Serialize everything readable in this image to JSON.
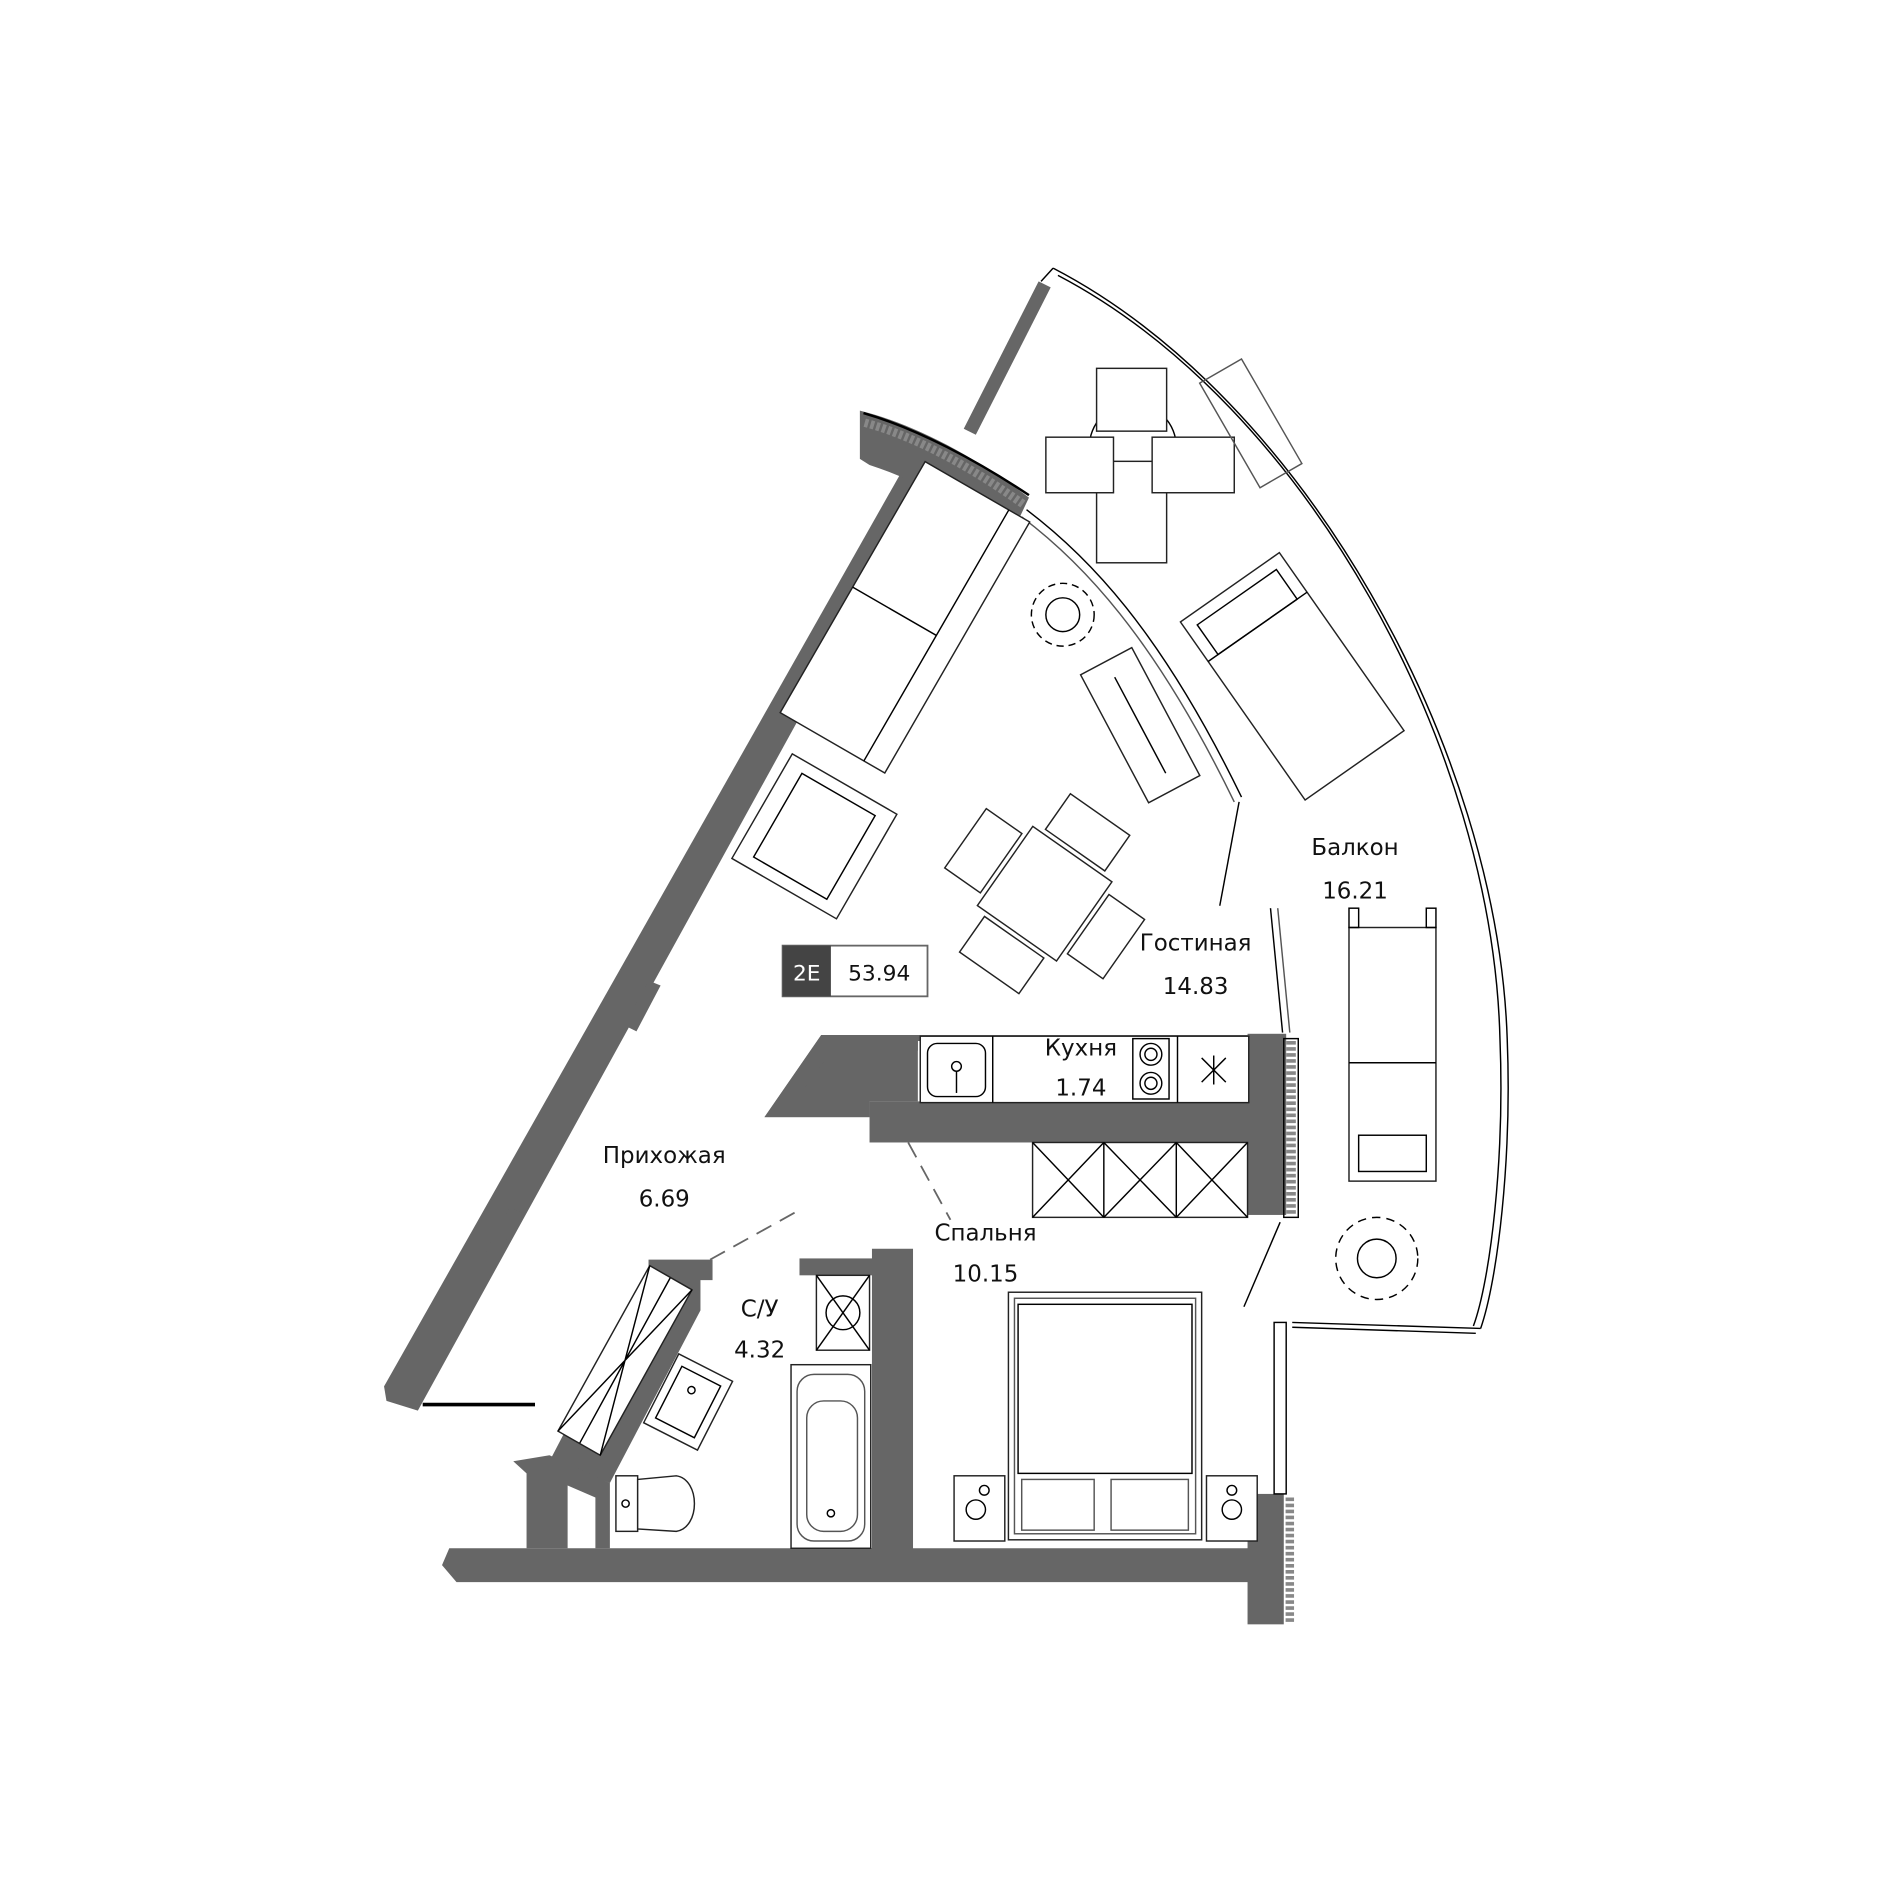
{
  "plan": {
    "apartment_type": "2E",
    "total_area": "53.94",
    "colors": {
      "wall": "#666666",
      "badge_dark": "#444444",
      "line": "#000000",
      "background": "#ffffff"
    },
    "rooms": [
      {
        "id": "balcony",
        "name": "Балкон",
        "area": "16.21"
      },
      {
        "id": "living",
        "name": "Гостиная",
        "area": "14.83"
      },
      {
        "id": "kitchen",
        "name": "Кухня",
        "area": "1.74"
      },
      {
        "id": "hallway",
        "name": "Прихожая",
        "area": "6.69"
      },
      {
        "id": "bedroom",
        "name": "Спальня",
        "area": "10.15"
      },
      {
        "id": "bathroom",
        "name": "С/У",
        "area": "4.32"
      }
    ],
    "icons": [
      "dining-table-icon",
      "lounge-chair-icon",
      "plant-icon",
      "sofa-icon",
      "armchair-icon",
      "tv-stand-icon",
      "dining-set-icon",
      "sink-icon",
      "stove-icon",
      "fridge-icon",
      "wardrobe-icon",
      "double-bed-icon",
      "nightstand-icon",
      "bathtub-icon",
      "toilet-icon",
      "washbasin-icon",
      "shower-drain-icon"
    ]
  }
}
